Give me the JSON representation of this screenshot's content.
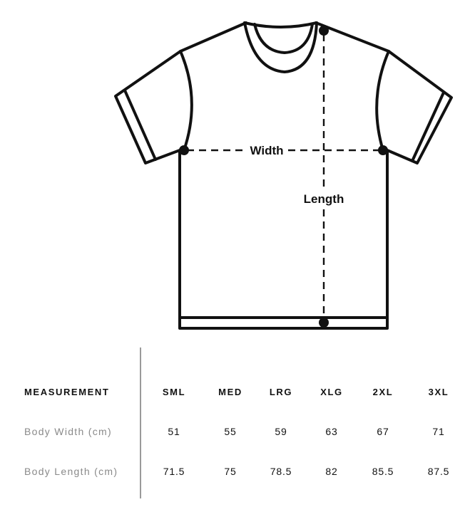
{
  "diagram": {
    "labels": {
      "width": "Width",
      "length": "Length"
    }
  },
  "table": {
    "corner_label": "MEASUREMENT",
    "sizes": [
      "SML",
      "MED",
      "LRG",
      "XLG",
      "2XL",
      "3XL"
    ],
    "rows": [
      {
        "label": "Body Width (cm)",
        "values": [
          "51",
          "55",
          "59",
          "63",
          "67",
          "71"
        ]
      },
      {
        "label": "Body Length (cm)",
        "values": [
          "71.5",
          "75",
          "78.5",
          "82",
          "85.5",
          "87.5"
        ]
      }
    ]
  }
}
